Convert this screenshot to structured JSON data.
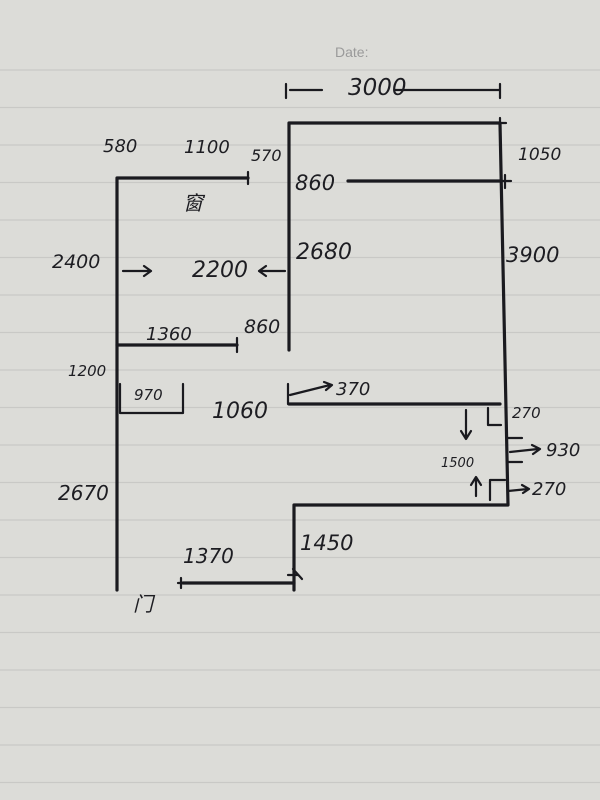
{
  "page": {
    "header_label": "Date:",
    "paper_color": "#dcdcd8",
    "rule_color": "#c9c9c6",
    "ink_color": "#1a1a1f"
  },
  "plan": {
    "top_width": "3000",
    "top_left_offset": "580",
    "top_mid_offset": "1100",
    "top_right_offset": "570",
    "upper_right_side": "1050",
    "beam_length": "860",
    "window_char": "窗",
    "left_height": "2400",
    "inner_width": "2200",
    "center_wall": "2680",
    "right_height": "3900",
    "lower_left_width": "1360",
    "stub_860": "860",
    "left_side_1200": "1200",
    "window_970": "970",
    "left_gap_1060": "1060",
    "notch_370": "370",
    "notch_270_top": "270",
    "notch_1500": "1500",
    "notch_930": "930",
    "notch_270_bottom": "270",
    "lower_left_height": "2670",
    "door_char": "门",
    "bottom_1370": "1370",
    "bottom_1450": "1450"
  }
}
